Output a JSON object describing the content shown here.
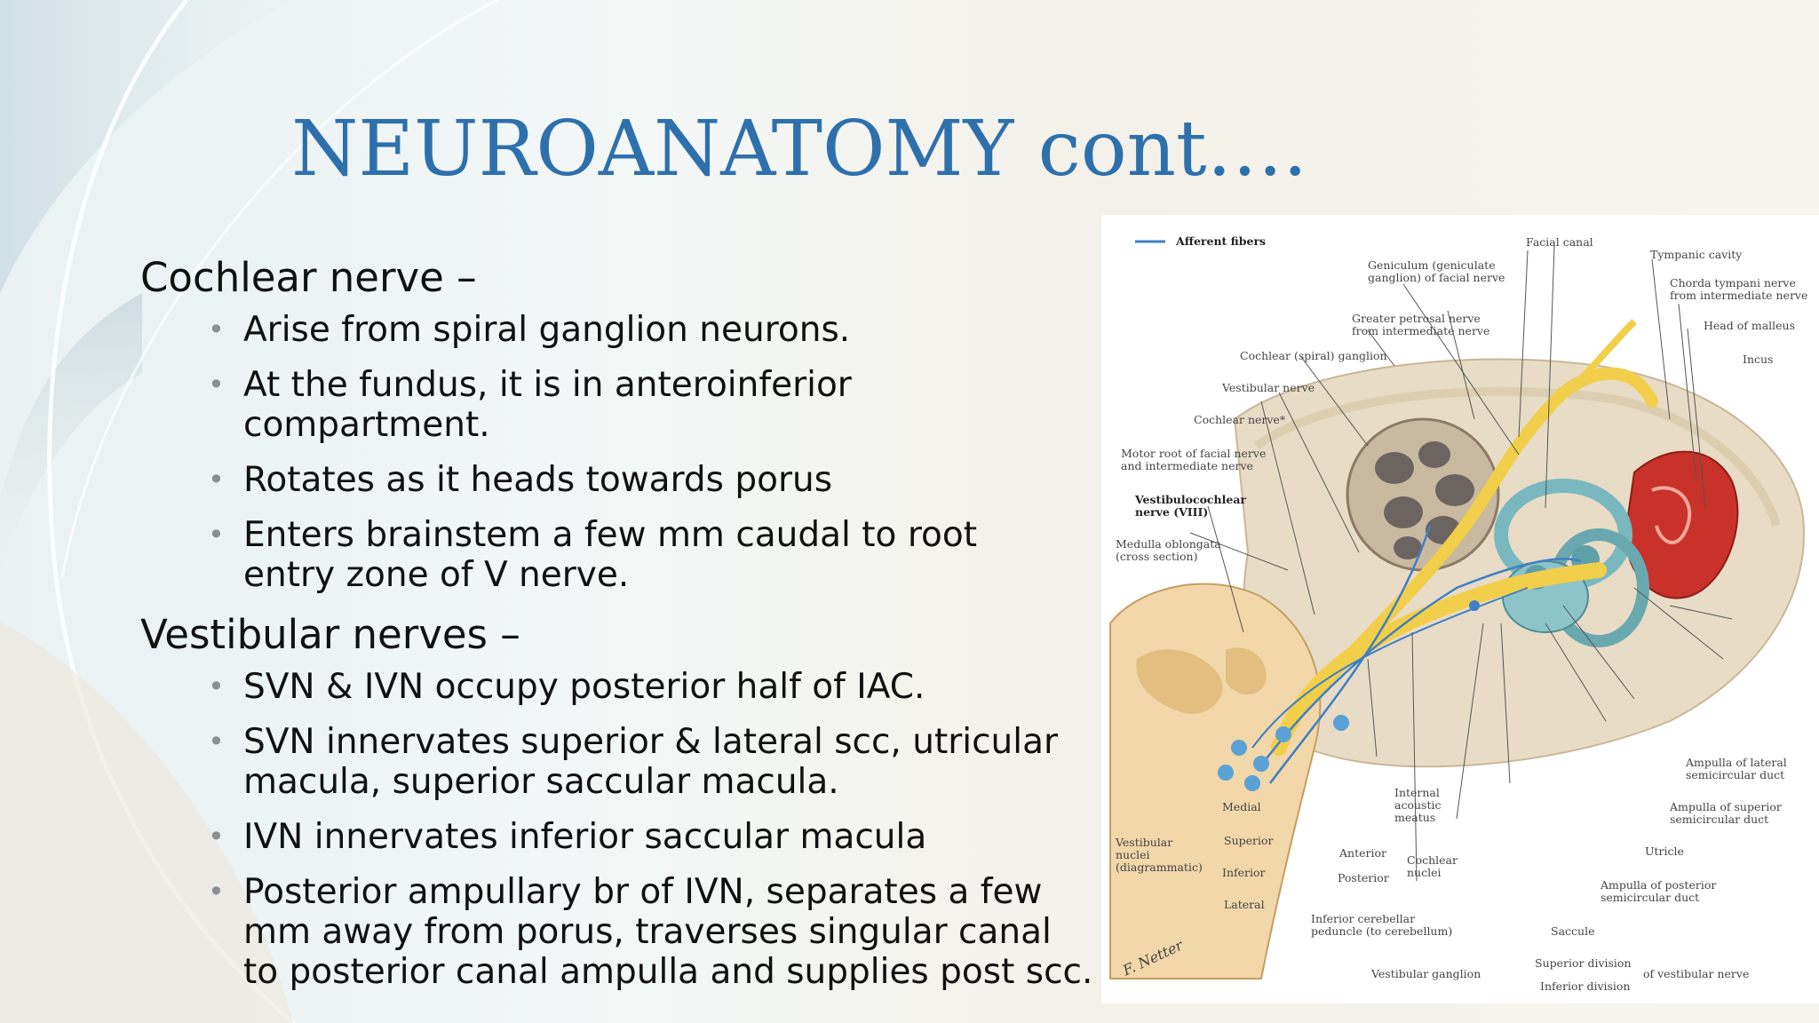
{
  "slide": {
    "title": "NEUROANATOMY cont….",
    "sections": [
      {
        "heading": "Cochlear nerve –",
        "bullets": [
          "Arise from spiral ganglion neurons.",
          "At the fundus, it is in anteroinferior compartment.",
          "Rotates as it heads towards porus",
          "Enters brainstem a few mm caudal to root entry zone of V nerve."
        ]
      },
      {
        "heading": "Vestibular nerves –",
        "bullets": [
          "SVN & IVN occupy posterior half of IAC.",
          "SVN innervates superior & lateral scc, utricular macula, superior saccular macula.",
          "IVN innervates inferior saccular macula",
          "Posterior ampullary br of IVN, separates a few mm away from porus, traverses singular canal to posterior canal ampulla and supplies post scc."
        ]
      }
    ],
    "bullet_glyph": "•"
  },
  "figure": {
    "legend": "Afferent fibers",
    "labels": {
      "facial_canal": "Facial canal",
      "tympanic_cavity": "Tympanic cavity",
      "geniculum": "Geniculum (geniculate\nganglion) of facial nerve",
      "chorda_tympani": "Chorda tympani nerve\nfrom intermediate nerve",
      "greater_petrosal": "Greater petrosal nerve\nfrom intermediate nerve",
      "head_malleus": "Head of malleus",
      "cochlear_ganglion": "Cochlear (spiral) ganglion",
      "incus": "Incus",
      "vestibular_nerve": "Vestibular nerve",
      "cochlear_nerve": "Cochlear nerve*",
      "motor_root": "Motor root of facial nerve\nand intermediate nerve",
      "vestibulocochlear": "Vestibulocochlear\nnerve (VIII)",
      "medulla": "Medulla oblongata\n(cross section)",
      "internal_acoustic": "Internal\nacoustic\nmeatus",
      "ampulla_lateral": "Ampulla of lateral\nsemicircular duct",
      "ampulla_superior": "Ampulla of superior\nsemicircular duct",
      "vestibular_nuclei": "Vestibular\nnuclei\n(diagrammatic)",
      "medial": "Medial",
      "superior": "Superior",
      "inferior": "Inferior",
      "lateral": "Lateral",
      "anterior": "Anterior",
      "posterior": "Posterior",
      "cochlear_nuclei": "Cochlear\nnuclei",
      "utricle": "Utricle",
      "ampulla_posterior": "Ampulla of posterior\nsemicircular duct",
      "inferior_cerebellar": "Inferior cerebellar\npeduncle (to cerebellum)",
      "saccule": "Saccule",
      "superior_division": "Superior division",
      "inferior_division": "Inferior division",
      "of_vestibular_nerve": "of vestibular nerve",
      "vestibular_ganglion": "Vestibular ganglion",
      "signature": "F. Netter"
    },
    "colors": {
      "nerve": "#f2cf4a",
      "bone": "#e6dcc9",
      "fiber": "#3f7fc4",
      "labyrinth": "#7ab8bf",
      "middle_ear": "#c8322a"
    }
  },
  "colors": {
    "title": "#2e70ac",
    "text": "#111111",
    "bullet": "#8a8f94"
  }
}
